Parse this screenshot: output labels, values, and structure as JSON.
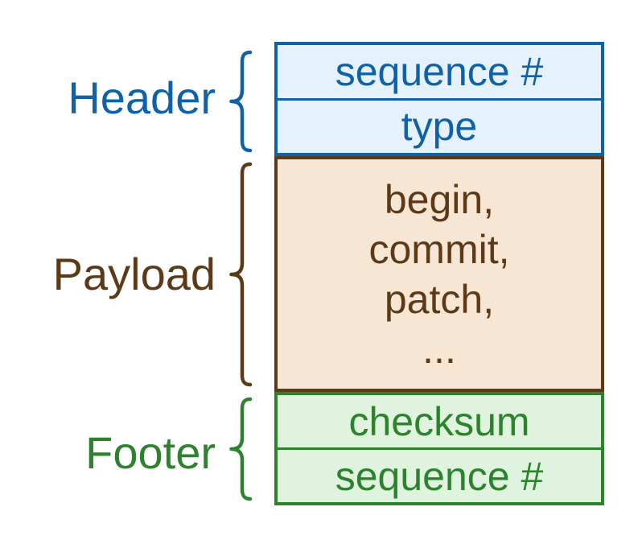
{
  "sections": [
    {
      "id": "header",
      "label": "Header",
      "rows": [
        "sequence #",
        "type"
      ],
      "accent_color": "#1062a8",
      "fill_color": "#e5f1fc"
    },
    {
      "id": "payload",
      "label": "Payload",
      "lines": [
        "begin,",
        "commit,",
        "patch,",
        "..."
      ],
      "accent_color": "#5d3a17",
      "fill_color": "#f7e6d4"
    },
    {
      "id": "footer",
      "label": "Footer",
      "rows": [
        "checksum",
        "sequence #"
      ],
      "accent_color": "#2d832d",
      "fill_color": "#dff3df"
    }
  ]
}
